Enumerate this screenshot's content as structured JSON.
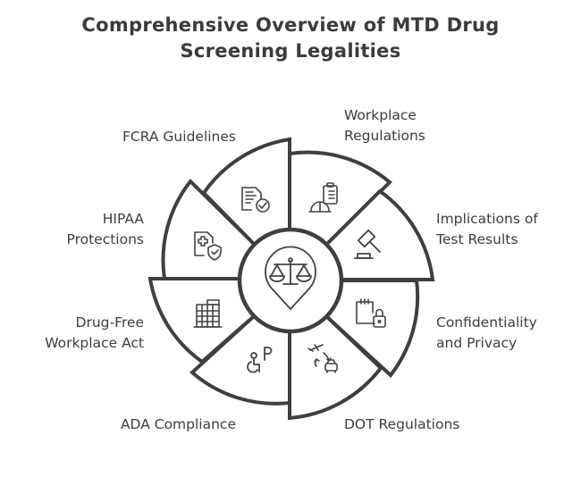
{
  "title": {
    "line1": "Comprehensive Overview of MTD Drug",
    "line2": "Screening Legalities"
  },
  "center": {
    "icon": "scales-of-justice-pin-icon"
  },
  "segments": [
    {
      "id": "workplace-regulations",
      "label_lines": [
        "Workplace",
        "Regulations"
      ],
      "icon": "hard-hat-clipboard-icon"
    },
    {
      "id": "implications-of-test-results",
      "label_lines": [
        "Implications of",
        "Test Results"
      ],
      "icon": "gavel-icon"
    },
    {
      "id": "confidentiality-and-privacy",
      "label_lines": [
        "Confidentiality",
        "and Privacy"
      ],
      "icon": "calendar-lock-icon"
    },
    {
      "id": "dot-regulations",
      "label_lines": [
        "DOT Regulations"
      ],
      "icon": "plane-car-transport-icon"
    },
    {
      "id": "ada-compliance",
      "label_lines": [
        "ADA Compliance"
      ],
      "icon": "wheelchair-parking-icon"
    },
    {
      "id": "drug-free-workplace-act",
      "label_lines": [
        "Drug-Free",
        "Workplace Act"
      ],
      "icon": "office-building-icon"
    },
    {
      "id": "hipaa-protections",
      "label_lines": [
        "HIPAA",
        "Protections"
      ],
      "icon": "medical-document-shield-icon"
    },
    {
      "id": "fcra-guidelines",
      "label_lines": [
        "FCRA Guidelines"
      ],
      "icon": "document-checkmark-icon"
    }
  ],
  "colors": {
    "stroke": "#3f3f3f",
    "text": "#3d3d3d",
    "background": "#ffffff"
  }
}
